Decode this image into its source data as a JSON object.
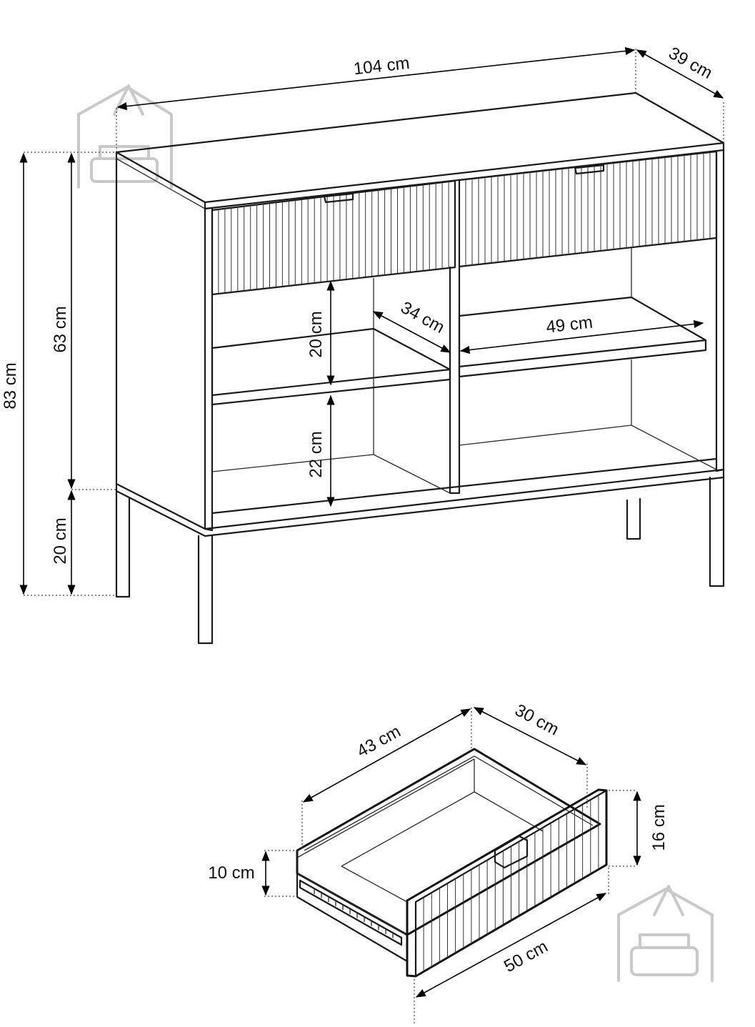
{
  "cabinet": {
    "width": "104 cm",
    "depth": "39 cm",
    "total_height": "83 cm",
    "body_height": "63 cm",
    "leg_height": "20 cm",
    "upper_shelf_gap": "20 cm",
    "lower_shelf_gap": "22 cm",
    "shelf_depth": "34 cm",
    "shelf_width": "49 cm"
  },
  "drawer": {
    "inner_width": "43 cm",
    "inner_depth": "30 cm",
    "front_height": "16 cm",
    "side_height": "10 cm",
    "front_width": "50 cm"
  }
}
